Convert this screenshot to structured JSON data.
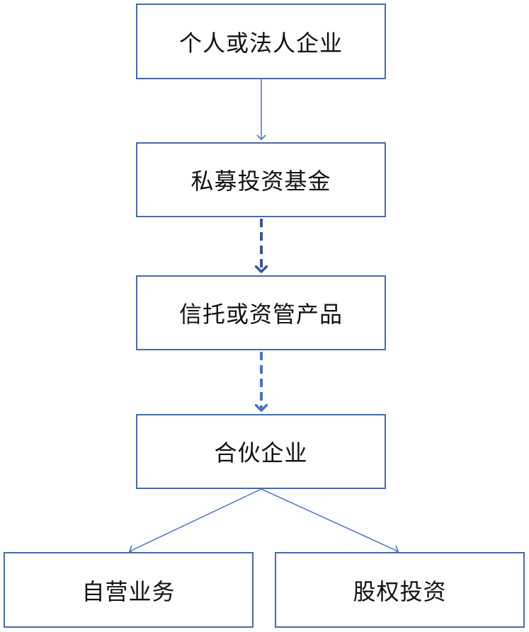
{
  "diagram": {
    "nodes": {
      "top": "个人或法人企业",
      "pe_fund": "私募投资基金",
      "trust_am": "信托或资管产品",
      "partnership": "合伙企业",
      "proprietary": "自营业务",
      "equity_investment": "股权投资"
    },
    "edges": [
      {
        "from": "top",
        "to": "pe_fund",
        "style": "solid"
      },
      {
        "from": "pe_fund",
        "to": "trust_am",
        "style": "dashed"
      },
      {
        "from": "trust_am",
        "to": "partnership",
        "style": "dashed"
      },
      {
        "from": "partnership",
        "to": "proprietary",
        "style": "solid"
      },
      {
        "from": "partnership",
        "to": "equity_investment",
        "style": "solid"
      }
    ],
    "colors": {
      "border": "#4a6aa8",
      "arrow_solid": "#4a72c4",
      "arrow_dashed_dark": "#3a5596",
      "arrow_dashed_light": "#4a72c4"
    }
  }
}
